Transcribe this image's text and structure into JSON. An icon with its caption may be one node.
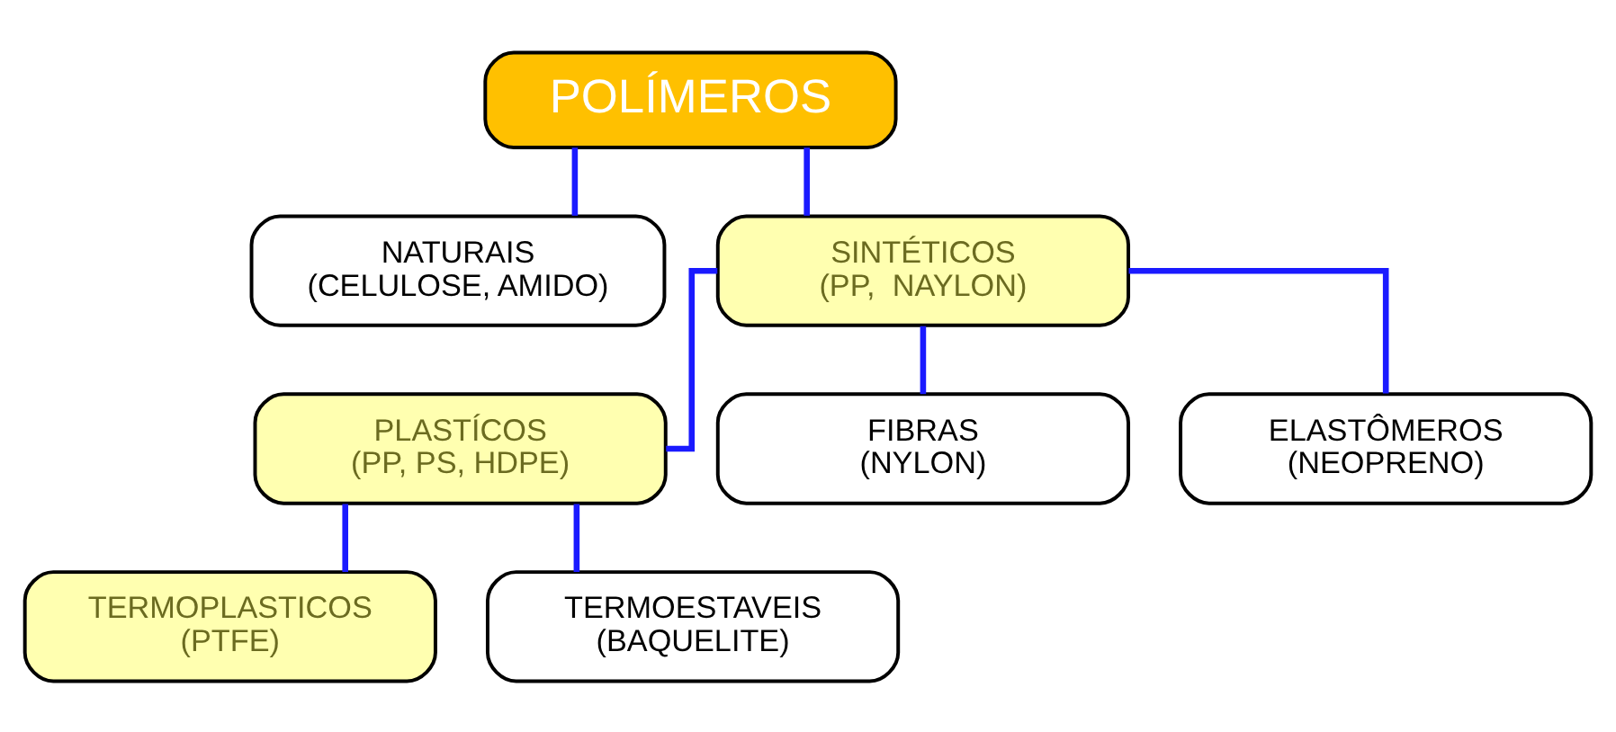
{
  "diagram": {
    "nodes": [
      {
        "text": [
          "POLÍMEROS"
        ]
      },
      {
        "text": [
          "NATURAIS",
          "(CELULOSE, AMIDO)"
        ]
      },
      {
        "text": [
          "SINTÉTICOS",
          "(PP,  NAYLON)"
        ]
      },
      {
        "text": [
          "PLASTÍCOS",
          "(PP, PS, HDPE)"
        ]
      },
      {
        "text": [
          "FIBRAS",
          "(NYLON)"
        ]
      },
      {
        "text": [
          "ELASTÔMEROS",
          "(NEOPRENO)"
        ]
      },
      {
        "text": [
          "TERMOPLASTICOS",
          "(PTFE)"
        ]
      },
      {
        "text": [
          "TERMOESTAVEIS",
          "(BAQUELITE)"
        ]
      }
    ],
    "edges": [
      {
        "from": 0,
        "to": 1,
        "arrow": "none"
      },
      {
        "from": 0,
        "to": 2,
        "arrow": "none"
      },
      {
        "from": 2,
        "to": 3,
        "arrow": "none"
      },
      {
        "from": 2,
        "to": 4,
        "arrow": "none"
      },
      {
        "from": 2,
        "to": 5,
        "arrow": "none"
      },
      {
        "from": 3,
        "to": 6,
        "arrow": "none"
      },
      {
        "from": 3,
        "to": 7,
        "arrow": "none"
      }
    ]
  }
}
